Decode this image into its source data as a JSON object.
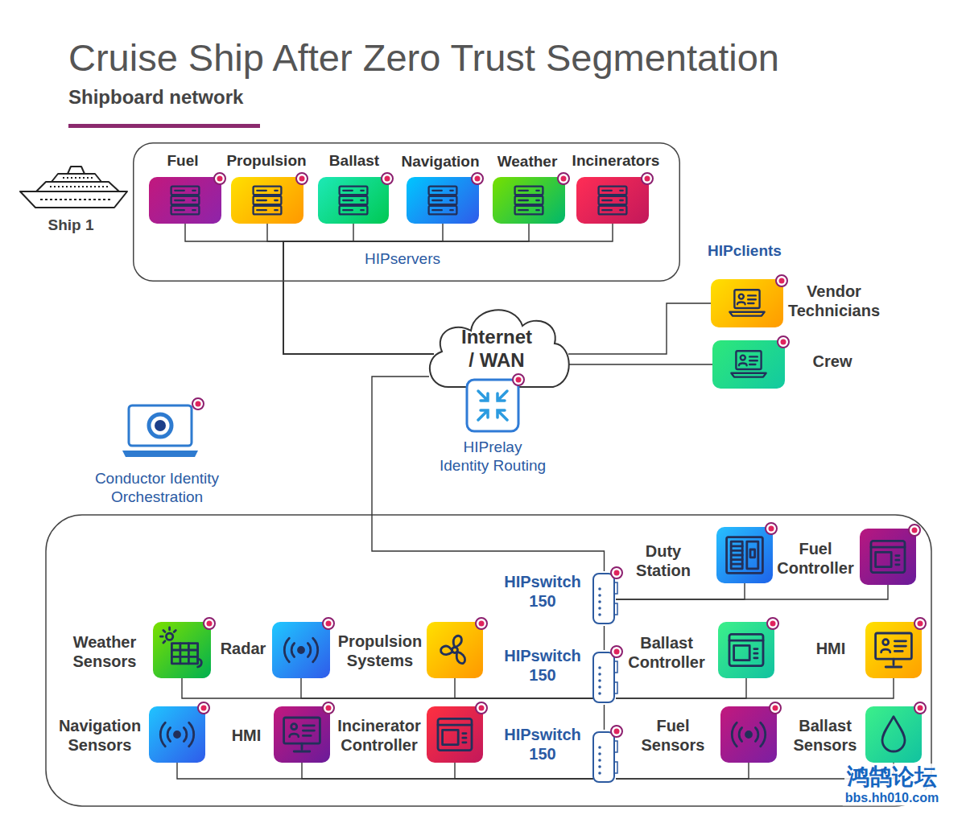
{
  "diagram": {
    "title": "Cruise Ship After Zero Trust Segmentation",
    "nodes": [
      {
        "text": [
          "HIPservers"
        ]
      },
      {
        "text": [
          "Fuel"
        ],
        "in": 0
      },
      {
        "text": [
          "Propulsion"
        ],
        "in": 0
      },
      {
        "text": [
          "Ballast"
        ],
        "in": 0
      },
      {
        "text": [
          "Navigation"
        ],
        "in": 0
      },
      {
        "text": [
          "Weather"
        ],
        "in": 0
      },
      {
        "text": [
          "Incinerators"
        ],
        "in": 0
      },
      {
        "text": [
          "Internet / WAN"
        ]
      },
      {
        "text": [
          "HIPrelay Identity Routing"
        ]
      },
      {
        "text": [
          "Vendor Technicians"
        ]
      },
      {
        "text": [
          "Crew"
        ]
      },
      {
        "text": [
          "Conductor Identity Orchestration"
        ]
      },
      {
        "text": [
          "HIPswitch 150"
        ]
      },
      {
        "text": [
          "Duty Station"
        ]
      },
      {
        "text": [
          "Fuel Controller"
        ]
      },
      {
        "text": [
          "Weather Sensors"
        ]
      },
      {
        "text": [
          "Radar"
        ]
      },
      {
        "text": [
          "Propulsion Systems"
        ]
      },
      {
        "text": [
          "HIPswitch 150"
        ]
      },
      {
        "text": [
          "Ballast Controller"
        ]
      },
      {
        "text": [
          "HMI"
        ]
      },
      {
        "text": [
          "Navigation Sensors"
        ]
      },
      {
        "text": [
          "HMI"
        ]
      },
      {
        "text": [
          "Incinerator Controller"
        ]
      },
      {
        "text": [
          "HIPswitch 150"
        ]
      },
      {
        "text": [
          "Fuel Sensors"
        ]
      },
      {
        "text": [
          "Ballast Sensors"
        ]
      }
    ],
    "edges": [
      {
        "from": 1,
        "to": 7,
        "arrow": "none"
      },
      {
        "from": 2,
        "to": 7,
        "arrow": "none"
      },
      {
        "from": 3,
        "to": 7,
        "arrow": "none"
      },
      {
        "from": 4,
        "to": 7,
        "arrow": "none"
      },
      {
        "from": 5,
        "to": 7,
        "arrow": "none"
      },
      {
        "from": 6,
        "to": 7,
        "arrow": "none"
      },
      {
        "from": 7,
        "to": 9,
        "arrow": "none"
      },
      {
        "from": 7,
        "to": 10,
        "arrow": "none"
      },
      {
        "from": 7,
        "to": 12,
        "arrow": "none"
      },
      {
        "from": 12,
        "to": 13,
        "arrow": "none"
      },
      {
        "from": 12,
        "to": 14,
        "arrow": "none"
      },
      {
        "from": 12,
        "to": 18,
        "arrow": "none"
      },
      {
        "from": 18,
        "to": 15,
        "arrow": "none"
      },
      {
        "from": 18,
        "to": 16,
        "arrow": "none"
      },
      {
        "from": 18,
        "to": 17,
        "arrow": "none"
      },
      {
        "from": 18,
        "to": 19,
        "arrow": "none"
      },
      {
        "from": 18,
        "to": 20,
        "arrow": "none"
      },
      {
        "from": 18,
        "to": 24,
        "arrow": "none"
      },
      {
        "from": 24,
        "to": 21,
        "arrow": "none"
      },
      {
        "from": 24,
        "to": 22,
        "arrow": "none"
      },
      {
        "from": 24,
        "to": 23,
        "arrow": "none"
      },
      {
        "from": 24,
        "to": 25,
        "arrow": "none"
      },
      {
        "from": 24,
        "to": 26,
        "arrow": "none"
      }
    ],
    "labels": [
      "Shipboard network",
      "Ship 1",
      "HIPclients",
      "鸿鹄论坛",
      "bbs.hh010.com"
    ]
  }
}
